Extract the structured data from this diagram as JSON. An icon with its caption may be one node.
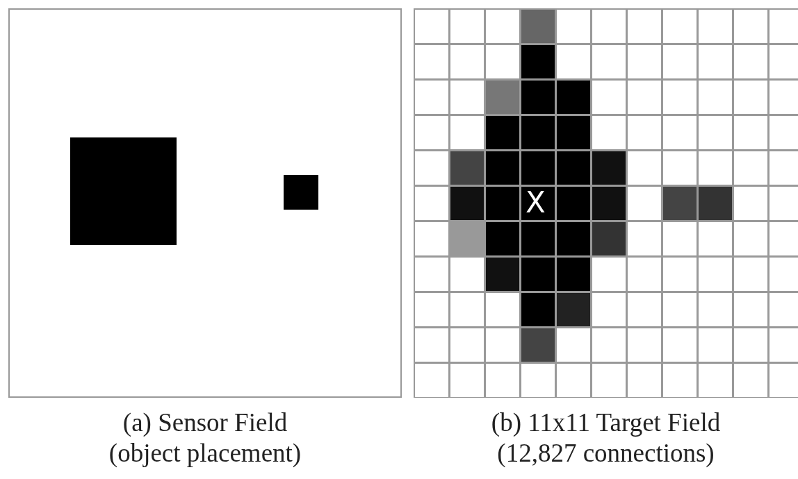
{
  "diagram": {
    "nodes": [
      {
        "text": [
          "(a) Sensor Field",
          "(object placement)"
        ]
      },
      {
        "text": [
          "(b) 11x11 Target Field",
          "(12,827 connections)"
        ]
      }
    ],
    "labels": [
      "X"
    ]
  }
}
